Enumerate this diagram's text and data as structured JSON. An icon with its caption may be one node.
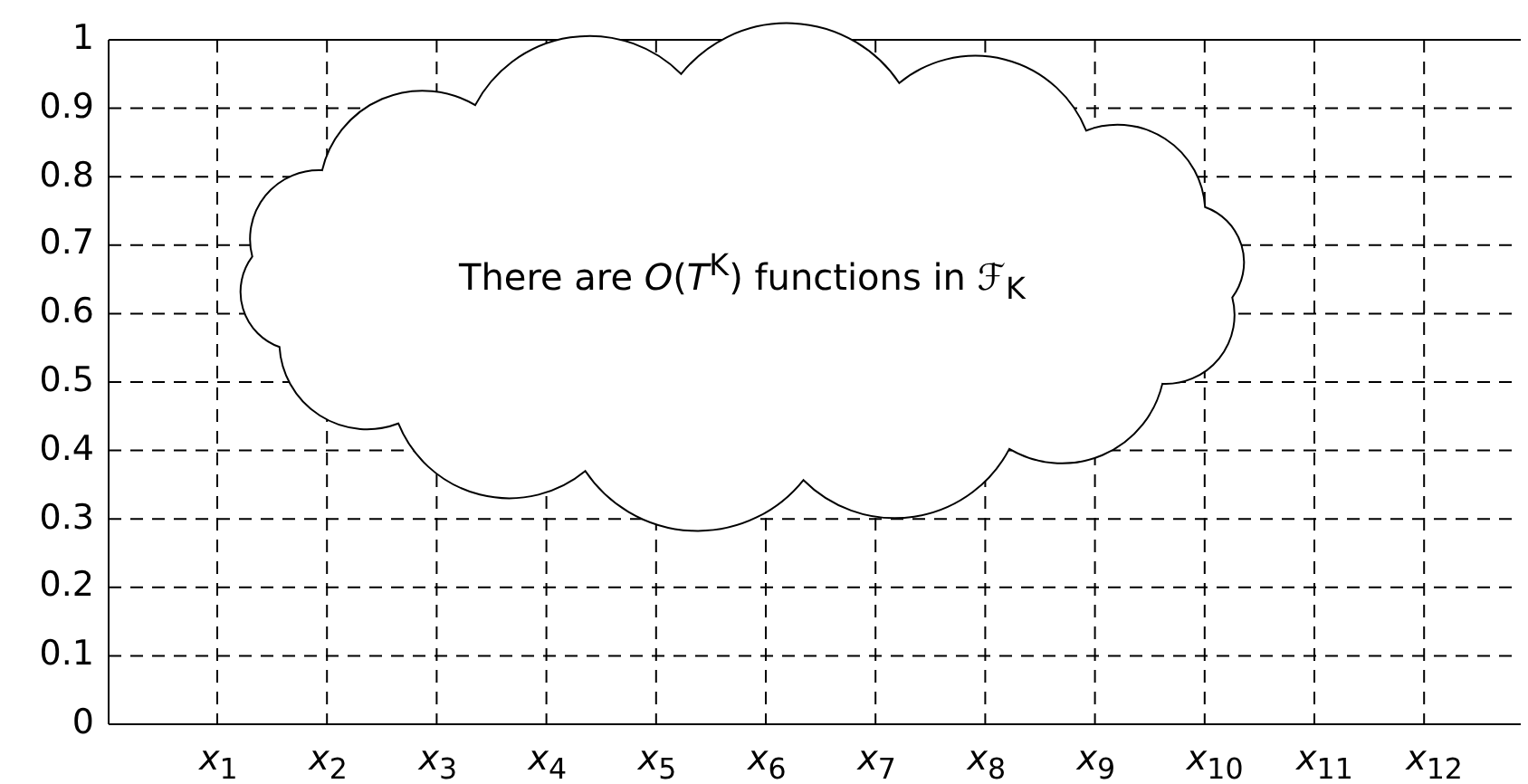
{
  "diagram": {
    "nodes": [
      {
        "text": [
          "There are *O*(*T*$^{K}$) functions in ℱ$_{K}$"
        ]
      }
    ],
    "labels": [
      "1",
      "0.9",
      "0.8",
      "0.7",
      "0.6",
      "0.5",
      "0.4",
      "0.3",
      "0.2",
      "0.1",
      "0",
      "*x*$_{1}$",
      "*x*$_{2}$",
      "*x*$_{3}$",
      "*x*$_{4}$",
      "*x*$_{5}$",
      "*x*$_{6}$",
      "*x*$_{7}$",
      "*x*$_{8}$",
      "*x*$_{9}$",
      "*x*$_{10}$",
      "*x*$_{11}$",
      "*x*$_{12}$"
    ]
  }
}
